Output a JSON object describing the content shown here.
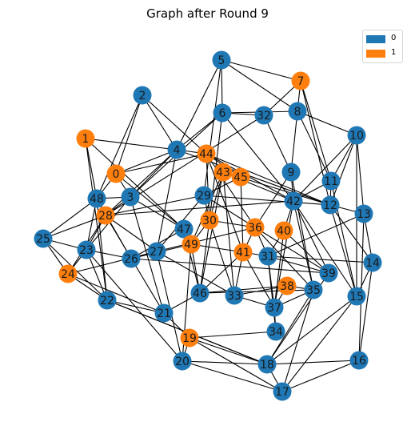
{
  "title": "Graph after Round 9",
  "colors": {
    "0": "#1f77b4",
    "1": "#ff7f0e"
  },
  "legend": [
    {
      "label": "0",
      "group": "0"
    },
    {
      "label": "1",
      "group": "1"
    }
  ],
  "nodes": [
    {
      "id": "0",
      "group": "1"
    },
    {
      "id": "1",
      "group": "1"
    },
    {
      "id": "2",
      "group": "0"
    },
    {
      "id": "3",
      "group": "0"
    },
    {
      "id": "4",
      "group": "0"
    },
    {
      "id": "5",
      "group": "0"
    },
    {
      "id": "6",
      "group": "0"
    },
    {
      "id": "7",
      "group": "1"
    },
    {
      "id": "8",
      "group": "0"
    },
    {
      "id": "9",
      "group": "0"
    },
    {
      "id": "10",
      "group": "0"
    },
    {
      "id": "11",
      "group": "0"
    },
    {
      "id": "12",
      "group": "0"
    },
    {
      "id": "13",
      "group": "0"
    },
    {
      "id": "14",
      "group": "0"
    },
    {
      "id": "15",
      "group": "0"
    },
    {
      "id": "16",
      "group": "0"
    },
    {
      "id": "17",
      "group": "0"
    },
    {
      "id": "18",
      "group": "0"
    },
    {
      "id": "19",
      "group": "1"
    },
    {
      "id": "20",
      "group": "0"
    },
    {
      "id": "21",
      "group": "0"
    },
    {
      "id": "22",
      "group": "0"
    },
    {
      "id": "23",
      "group": "0"
    },
    {
      "id": "24",
      "group": "1"
    },
    {
      "id": "25",
      "group": "0"
    },
    {
      "id": "26",
      "group": "0"
    },
    {
      "id": "27",
      "group": "0"
    },
    {
      "id": "28",
      "group": "1"
    },
    {
      "id": "29",
      "group": "0"
    },
    {
      "id": "30",
      "group": "1"
    },
    {
      "id": "31",
      "group": "0"
    },
    {
      "id": "32",
      "group": "0"
    },
    {
      "id": "33",
      "group": "0"
    },
    {
      "id": "34",
      "group": "0"
    },
    {
      "id": "35",
      "group": "0"
    },
    {
      "id": "36",
      "group": "1"
    },
    {
      "id": "37",
      "group": "0"
    },
    {
      "id": "38",
      "group": "1"
    },
    {
      "id": "39",
      "group": "0"
    },
    {
      "id": "40",
      "group": "1"
    },
    {
      "id": "41",
      "group": "1"
    },
    {
      "id": "42",
      "group": "0"
    },
    {
      "id": "43",
      "group": "1"
    },
    {
      "id": "44",
      "group": "1"
    },
    {
      "id": "45",
      "group": "1"
    },
    {
      "id": "46",
      "group": "0"
    },
    {
      "id": "47",
      "group": "0"
    },
    {
      "id": "48",
      "group": "0"
    },
    {
      "id": "49",
      "group": "1"
    }
  ],
  "edges": [
    [
      "5",
      "6"
    ],
    [
      "5",
      "7"
    ],
    [
      "5",
      "8"
    ],
    [
      "5",
      "4"
    ],
    [
      "5",
      "29"
    ],
    [
      "7",
      "32"
    ],
    [
      "7",
      "8"
    ],
    [
      "7",
      "11"
    ],
    [
      "7",
      "12"
    ],
    [
      "8",
      "6"
    ],
    [
      "8",
      "10"
    ],
    [
      "8",
      "9"
    ],
    [
      "8",
      "11"
    ],
    [
      "6",
      "4"
    ],
    [
      "6",
      "30"
    ],
    [
      "6",
      "32"
    ],
    [
      "6",
      "42"
    ],
    [
      "6",
      "3"
    ],
    [
      "2",
      "4"
    ],
    [
      "2",
      "0"
    ],
    [
      "2",
      "48"
    ],
    [
      "2",
      "44"
    ],
    [
      "1",
      "4"
    ],
    [
      "1",
      "48"
    ],
    [
      "1",
      "47"
    ],
    [
      "1",
      "22"
    ],
    [
      "4",
      "44"
    ],
    [
      "4",
      "3"
    ],
    [
      "4",
      "27"
    ],
    [
      "4",
      "0"
    ],
    [
      "4",
      "12"
    ],
    [
      "4",
      "28"
    ],
    [
      "0",
      "44"
    ],
    [
      "0",
      "48"
    ],
    [
      "0",
      "3"
    ],
    [
      "0",
      "47"
    ],
    [
      "44",
      "45"
    ],
    [
      "44",
      "42"
    ],
    [
      "44",
      "12"
    ],
    [
      "44",
      "36"
    ],
    [
      "44",
      "30"
    ],
    [
      "44",
      "41"
    ],
    [
      "43",
      "45"
    ],
    [
      "43",
      "42"
    ],
    [
      "43",
      "12"
    ],
    [
      "43",
      "30"
    ],
    [
      "43",
      "49"
    ],
    [
      "43",
      "33"
    ],
    [
      "43",
      "46"
    ],
    [
      "45",
      "41"
    ],
    [
      "45",
      "29"
    ],
    [
      "32",
      "28"
    ],
    [
      "32",
      "9"
    ],
    [
      "10",
      "42"
    ],
    [
      "10",
      "11"
    ],
    [
      "10",
      "12"
    ],
    [
      "10",
      "15"
    ],
    [
      "10",
      "13"
    ],
    [
      "9",
      "36"
    ],
    [
      "9",
      "35"
    ],
    [
      "9",
      "42"
    ],
    [
      "11",
      "12"
    ],
    [
      "11",
      "42"
    ],
    [
      "11",
      "15"
    ],
    [
      "12",
      "13"
    ],
    [
      "12",
      "29"
    ],
    [
      "12",
      "14"
    ],
    [
      "12",
      "15"
    ],
    [
      "13",
      "31"
    ],
    [
      "13",
      "14"
    ],
    [
      "13",
      "16"
    ],
    [
      "42",
      "28"
    ],
    [
      "42",
      "40"
    ],
    [
      "42",
      "37"
    ],
    [
      "42",
      "35"
    ],
    [
      "42",
      "39"
    ],
    [
      "42",
      "15"
    ],
    [
      "48",
      "3"
    ],
    [
      "48",
      "28"
    ],
    [
      "48",
      "25"
    ],
    [
      "48",
      "26"
    ],
    [
      "48",
      "23"
    ],
    [
      "48",
      "22"
    ],
    [
      "3",
      "28"
    ],
    [
      "3",
      "23"
    ],
    [
      "3",
      "21"
    ],
    [
      "3",
      "47"
    ],
    [
      "28",
      "25"
    ],
    [
      "28",
      "23"
    ],
    [
      "28",
      "27"
    ],
    [
      "28",
      "24"
    ],
    [
      "28",
      "29"
    ],
    [
      "29",
      "27"
    ],
    [
      "29",
      "36"
    ],
    [
      "29",
      "30"
    ],
    [
      "30",
      "49"
    ],
    [
      "30",
      "33"
    ],
    [
      "30",
      "36"
    ],
    [
      "30",
      "46"
    ],
    [
      "47",
      "49"
    ],
    [
      "47",
      "46"
    ],
    [
      "47",
      "26"
    ],
    [
      "25",
      "23"
    ],
    [
      "25",
      "24"
    ],
    [
      "25",
      "22"
    ],
    [
      "23",
      "24"
    ],
    [
      "23",
      "26"
    ],
    [
      "23",
      "20"
    ],
    [
      "23",
      "22"
    ],
    [
      "26",
      "27"
    ],
    [
      "26",
      "49"
    ],
    [
      "26",
      "39"
    ],
    [
      "27",
      "33"
    ],
    [
      "27",
      "36"
    ],
    [
      "27",
      "24"
    ],
    [
      "24",
      "22"
    ],
    [
      "24",
      "21"
    ],
    [
      "49",
      "46"
    ],
    [
      "49",
      "20"
    ],
    [
      "49",
      "41"
    ],
    [
      "36",
      "35"
    ],
    [
      "36",
      "39"
    ],
    [
      "36",
      "41"
    ],
    [
      "36",
      "31"
    ],
    [
      "40",
      "31"
    ],
    [
      "40",
      "37"
    ],
    [
      "40",
      "39"
    ],
    [
      "41",
      "31"
    ],
    [
      "41",
      "37"
    ],
    [
      "41",
      "33"
    ],
    [
      "41",
      "46"
    ],
    [
      "31",
      "39"
    ],
    [
      "31",
      "37"
    ],
    [
      "31",
      "14"
    ],
    [
      "31",
      "34"
    ],
    [
      "33",
      "37"
    ],
    [
      "33",
      "38"
    ],
    [
      "46",
      "35"
    ],
    [
      "46",
      "21"
    ],
    [
      "38",
      "37"
    ],
    [
      "38",
      "35"
    ],
    [
      "38",
      "46"
    ],
    [
      "35",
      "37"
    ],
    [
      "35",
      "18"
    ],
    [
      "35",
      "17"
    ],
    [
      "39",
      "18"
    ],
    [
      "14",
      "15"
    ],
    [
      "14",
      "16"
    ],
    [
      "15",
      "17"
    ],
    [
      "15",
      "18"
    ],
    [
      "16",
      "17"
    ],
    [
      "16",
      "18"
    ],
    [
      "37",
      "34"
    ],
    [
      "34",
      "19"
    ],
    [
      "18",
      "17"
    ],
    [
      "18",
      "19"
    ],
    [
      "18",
      "20"
    ],
    [
      "18",
      "22"
    ],
    [
      "19",
      "20"
    ],
    [
      "19",
      "17"
    ],
    [
      "19",
      "21"
    ],
    [
      "20",
      "17"
    ],
    [
      "20",
      "27"
    ],
    [
      "21",
      "22"
    ],
    [
      "21",
      "28"
    ],
    [
      "22",
      "18"
    ]
  ]
}
